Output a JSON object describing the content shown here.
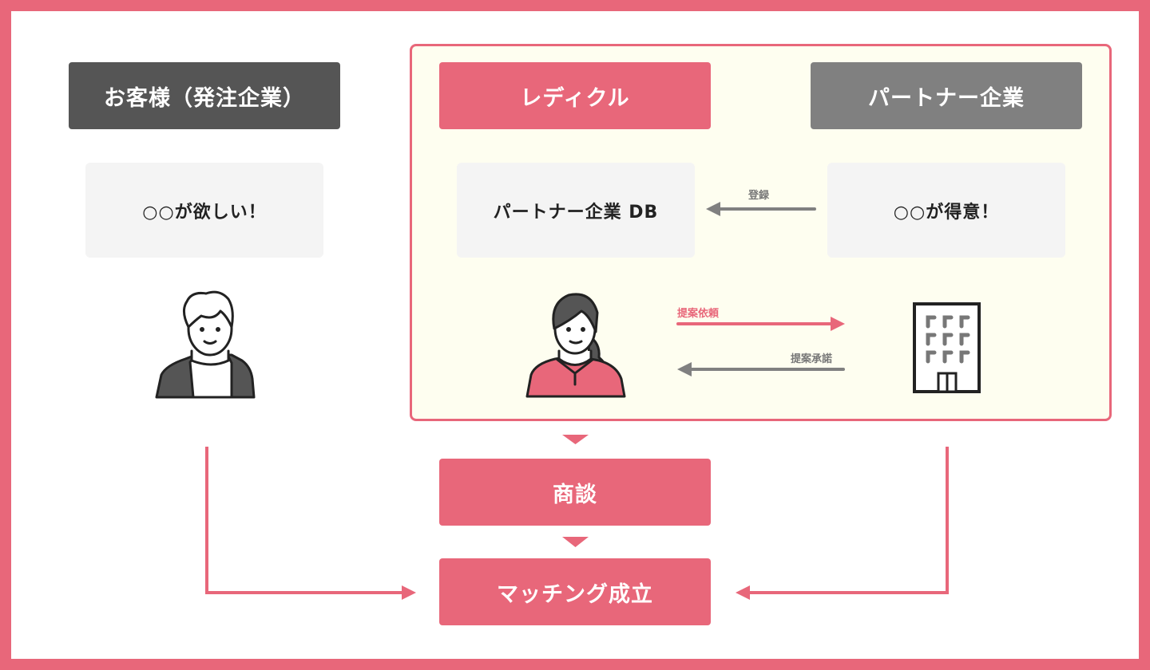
{
  "customer": {
    "header": "お客様（発注企業）",
    "bubble": "○○が欲しい！"
  },
  "redical": {
    "header": "レディクル",
    "db_box": "パートナー企業 DB"
  },
  "partner": {
    "header": "パートナー企業",
    "bubble": "○○が得意！"
  },
  "arrows": {
    "register": "登録",
    "proposal_request": "提案依頼",
    "proposal_accept": "提案承諾"
  },
  "flow": {
    "negotiation": "商談",
    "matching": "マッチング成立"
  },
  "colors": {
    "accent": "#e8677a",
    "dark": "#555555",
    "grey": "#808080",
    "panel": "#fefef0",
    "box": "#f4f4f4"
  }
}
